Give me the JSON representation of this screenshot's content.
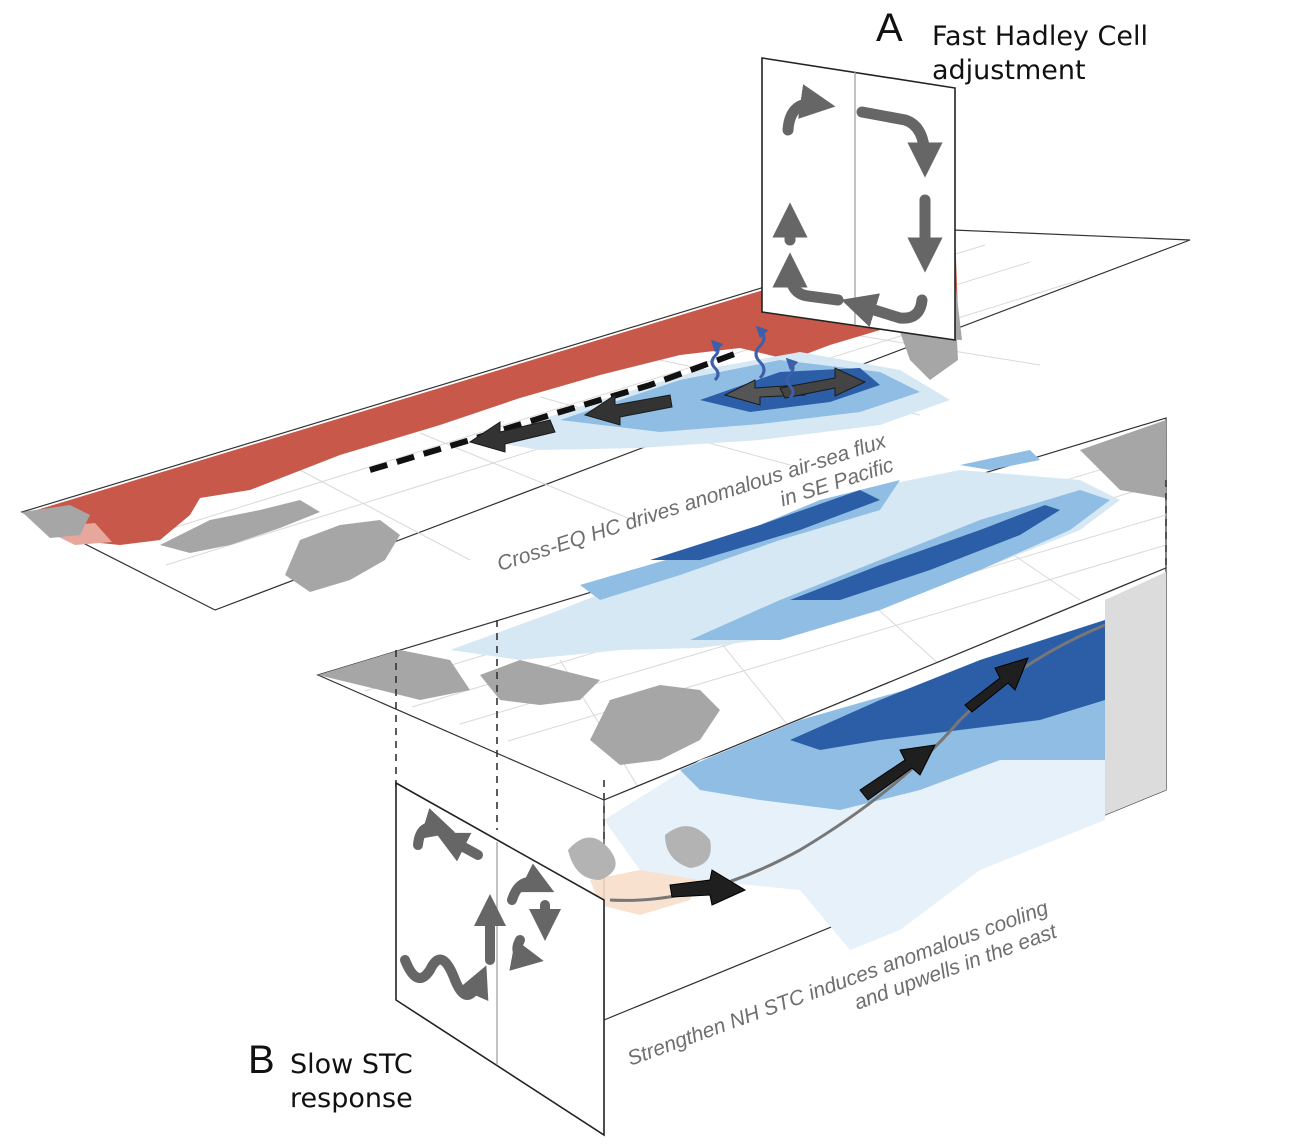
{
  "panel_a": {
    "letter": "A",
    "title_line1": "Fast Hadley Cell",
    "title_line2": "adjustment"
  },
  "panel_b": {
    "letter": "B",
    "title_line1": "Slow STC",
    "title_line2": "response"
  },
  "annotations": {
    "top_map_line1": "Cross-EQ HC drives anomalous air-sea flux",
    "top_map_line2": "in SE Pacific",
    "ocean_section_line1": "Strengthen NH STC induces anomalous cooling",
    "ocean_section_line2": "and upwells in the east"
  },
  "colors": {
    "warm_anomaly": "#c8584a",
    "cool_light": "#d7e8f5",
    "cool_mid": "#8fbde3",
    "cool_dark": "#2c5ea8",
    "land": "#a6a6a6",
    "arrow_gray": "#666666",
    "arrow_dark": "#222222",
    "label_gray": "#6e6e6e"
  }
}
